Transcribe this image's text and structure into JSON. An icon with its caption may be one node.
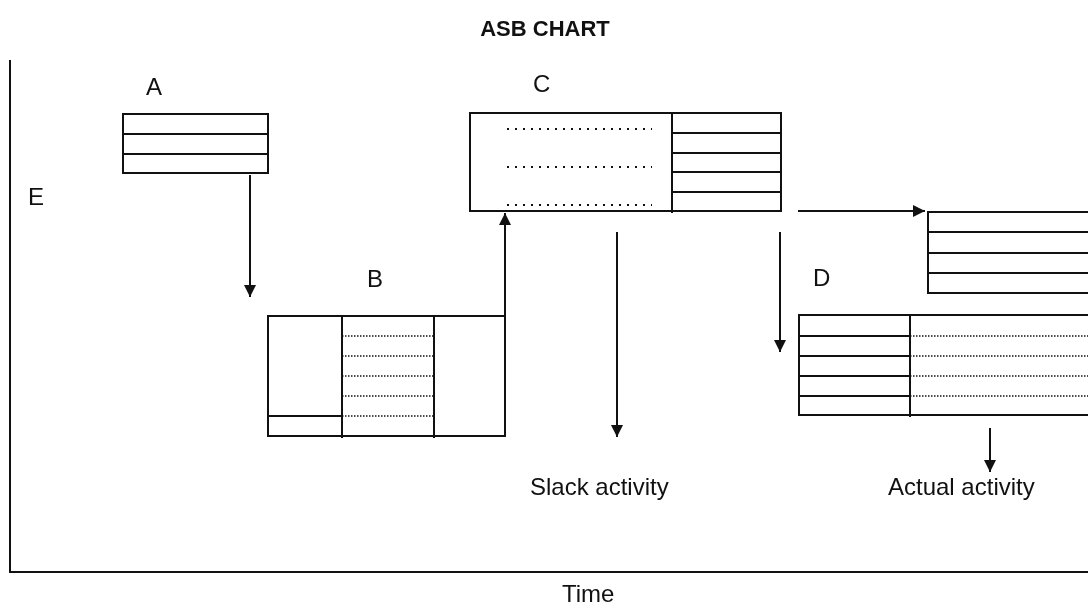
{
  "diagram": {
    "title": "ASB CHART",
    "nodes": [
      {
        "text": [
          "A"
        ]
      },
      {
        "text": [
          "B"
        ]
      },
      {
        "text": [
          "C"
        ]
      },
      {
        "text": [],
        "shape": "box"
      },
      {
        "text": [
          "D"
        ]
      },
      {
        "text": [
          "Slack activity"
        ]
      },
      {
        "text": [
          "Actual activity"
        ]
      }
    ],
    "edges": [
      {
        "from": 0,
        "to": 1,
        "arrow": "to"
      },
      {
        "from": 1,
        "to": 2,
        "arrow": "to"
      },
      {
        "from": 2,
        "to": 3,
        "arrow": "to"
      },
      {
        "from": 2,
        "to": 4,
        "arrow": "to"
      },
      {
        "from": 2,
        "to": 5,
        "arrow": "to"
      },
      {
        "from": 4,
        "to": 6,
        "arrow": "to"
      }
    ],
    "labels": [
      "E",
      "Time"
    ]
  }
}
